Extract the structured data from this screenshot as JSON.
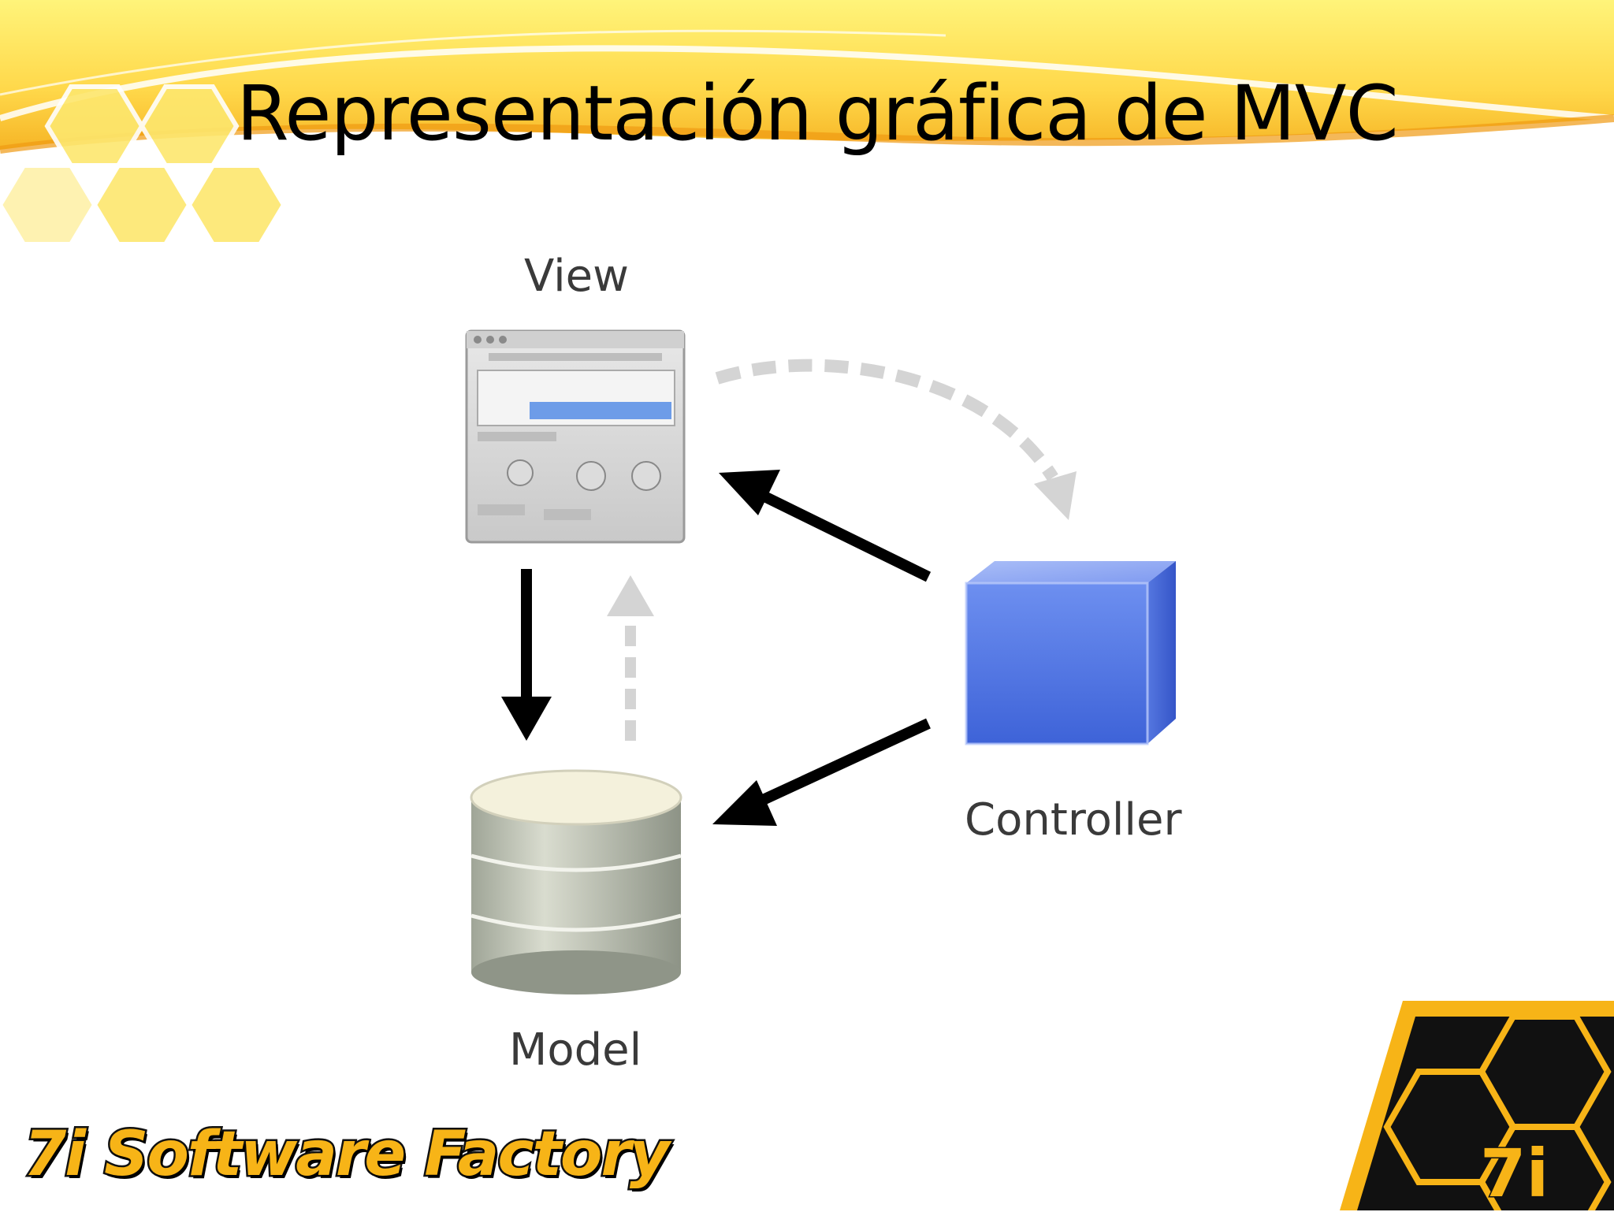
{
  "slide": {
    "title": "Representación gráfica de MVC"
  },
  "diagram": {
    "nodes": {
      "view": "View",
      "controller": "Controller",
      "model": "Model"
    }
  },
  "branding": {
    "company": "7i Software Factory",
    "logo_mark": "7i",
    "accent_color": "#f7b417"
  }
}
